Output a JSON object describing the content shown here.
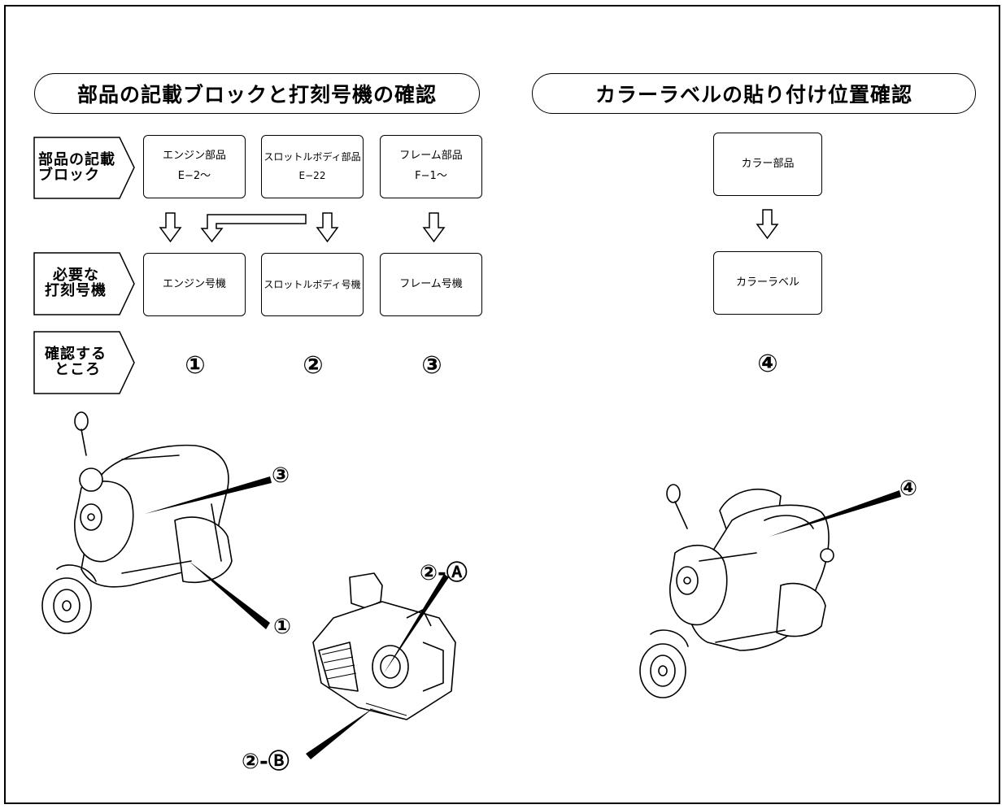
{
  "left_title": "部品の記載ブロックと打刻号機の確認",
  "right_title": "カラーラベルの貼り付け位置確認",
  "row_labels": {
    "block": [
      "部品の記載",
      "ブロック"
    ],
    "stamp": [
      "必要な",
      "打刻号機"
    ],
    "check": [
      "確認する",
      "ところ"
    ]
  },
  "parts": [
    {
      "name": "エンジン部品",
      "code": "E−2〜"
    },
    {
      "name": "スロットルボディ部品",
      "code": "E−22"
    },
    {
      "name": "フレーム部品",
      "code": "F−1〜"
    }
  ],
  "stamps": [
    "エンジン号機",
    "スロットルボディ号機",
    "フレーム号機"
  ],
  "checkpoints": [
    "①",
    "②",
    "③"
  ],
  "color_part": "カラー部品",
  "color_label": "カラーラベル",
  "color_checkpoint": "④",
  "callouts": {
    "frame": "③",
    "engine": "①",
    "throttle_a": "②-Ⓐ",
    "throttle_b": "②-Ⓑ",
    "color": "④"
  }
}
